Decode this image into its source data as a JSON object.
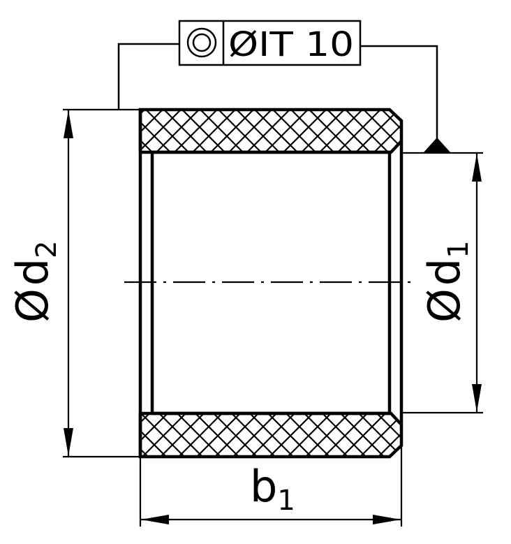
{
  "tolerance_frame": {
    "symbol_name": "concentricity-icon",
    "value": "ØIT 10"
  },
  "dimensions": {
    "outer_diameter": {
      "symbol": "Ø",
      "letter": "d",
      "subscript": "2"
    },
    "inner_diameter": {
      "symbol": "Ø",
      "letter": "d",
      "subscript": "1"
    },
    "width": {
      "letter": "b",
      "subscript": "1"
    }
  },
  "colors": {
    "line": "#000000",
    "background": "#ffffff"
  }
}
